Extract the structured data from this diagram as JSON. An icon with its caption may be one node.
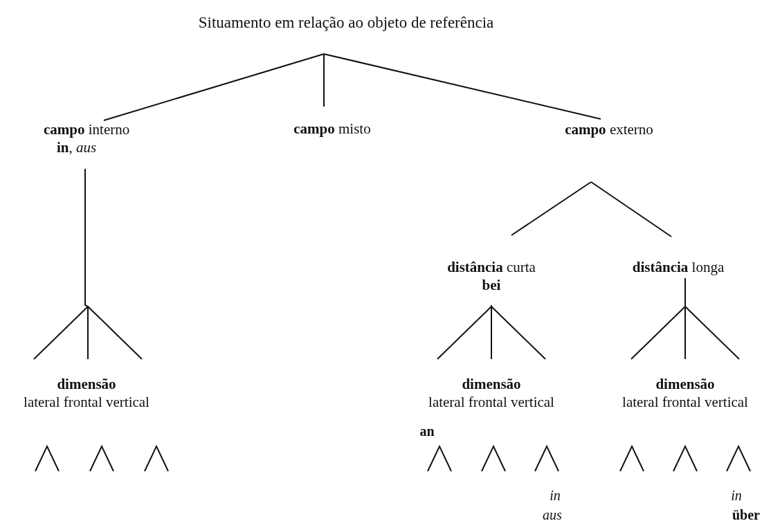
{
  "diagram": {
    "nodes": [
      {
        "text": [
          "Situamento em relação ao objeto de referência"
        ]
      },
      {
        "text": [
          "**campo** interno",
          "**in**, *aus*"
        ]
      },
      {
        "text": [
          "**campo** misto"
        ]
      },
      {
        "text": [
          "**campo** externo"
        ]
      },
      {
        "text": [
          "**distância** curta",
          "bei"
        ]
      },
      {
        "text": [
          "**distância** longa"
        ]
      },
      {
        "text": [
          "dimensão",
          "lateral frontal vertical"
        ]
      },
      {
        "text": [
          "dimensão",
          "lateral frontal vertical"
        ]
      },
      {
        "text": [
          "dimensão",
          "lateral frontal vertical"
        ]
      }
    ],
    "edges": [
      {
        "from": 0,
        "to": 1,
        "arrow": "none"
      },
      {
        "from": 0,
        "to": 2,
        "arrow": "none"
      },
      {
        "from": 0,
        "to": 3,
        "arrow": "none"
      },
      {
        "from": 1,
        "to": 6,
        "arrow": "none"
      },
      {
        "from": 3,
        "to": 4,
        "arrow": "none"
      },
      {
        "from": 3,
        "to": 5,
        "arrow": "none"
      },
      {
        "from": 4,
        "to": 7,
        "arrow": "none"
      },
      {
        "from": 5,
        "to": 8,
        "arrow": "none"
      }
    ],
    "labels": [
      "an",
      "in",
      "aus",
      "in",
      "über"
    ]
  }
}
